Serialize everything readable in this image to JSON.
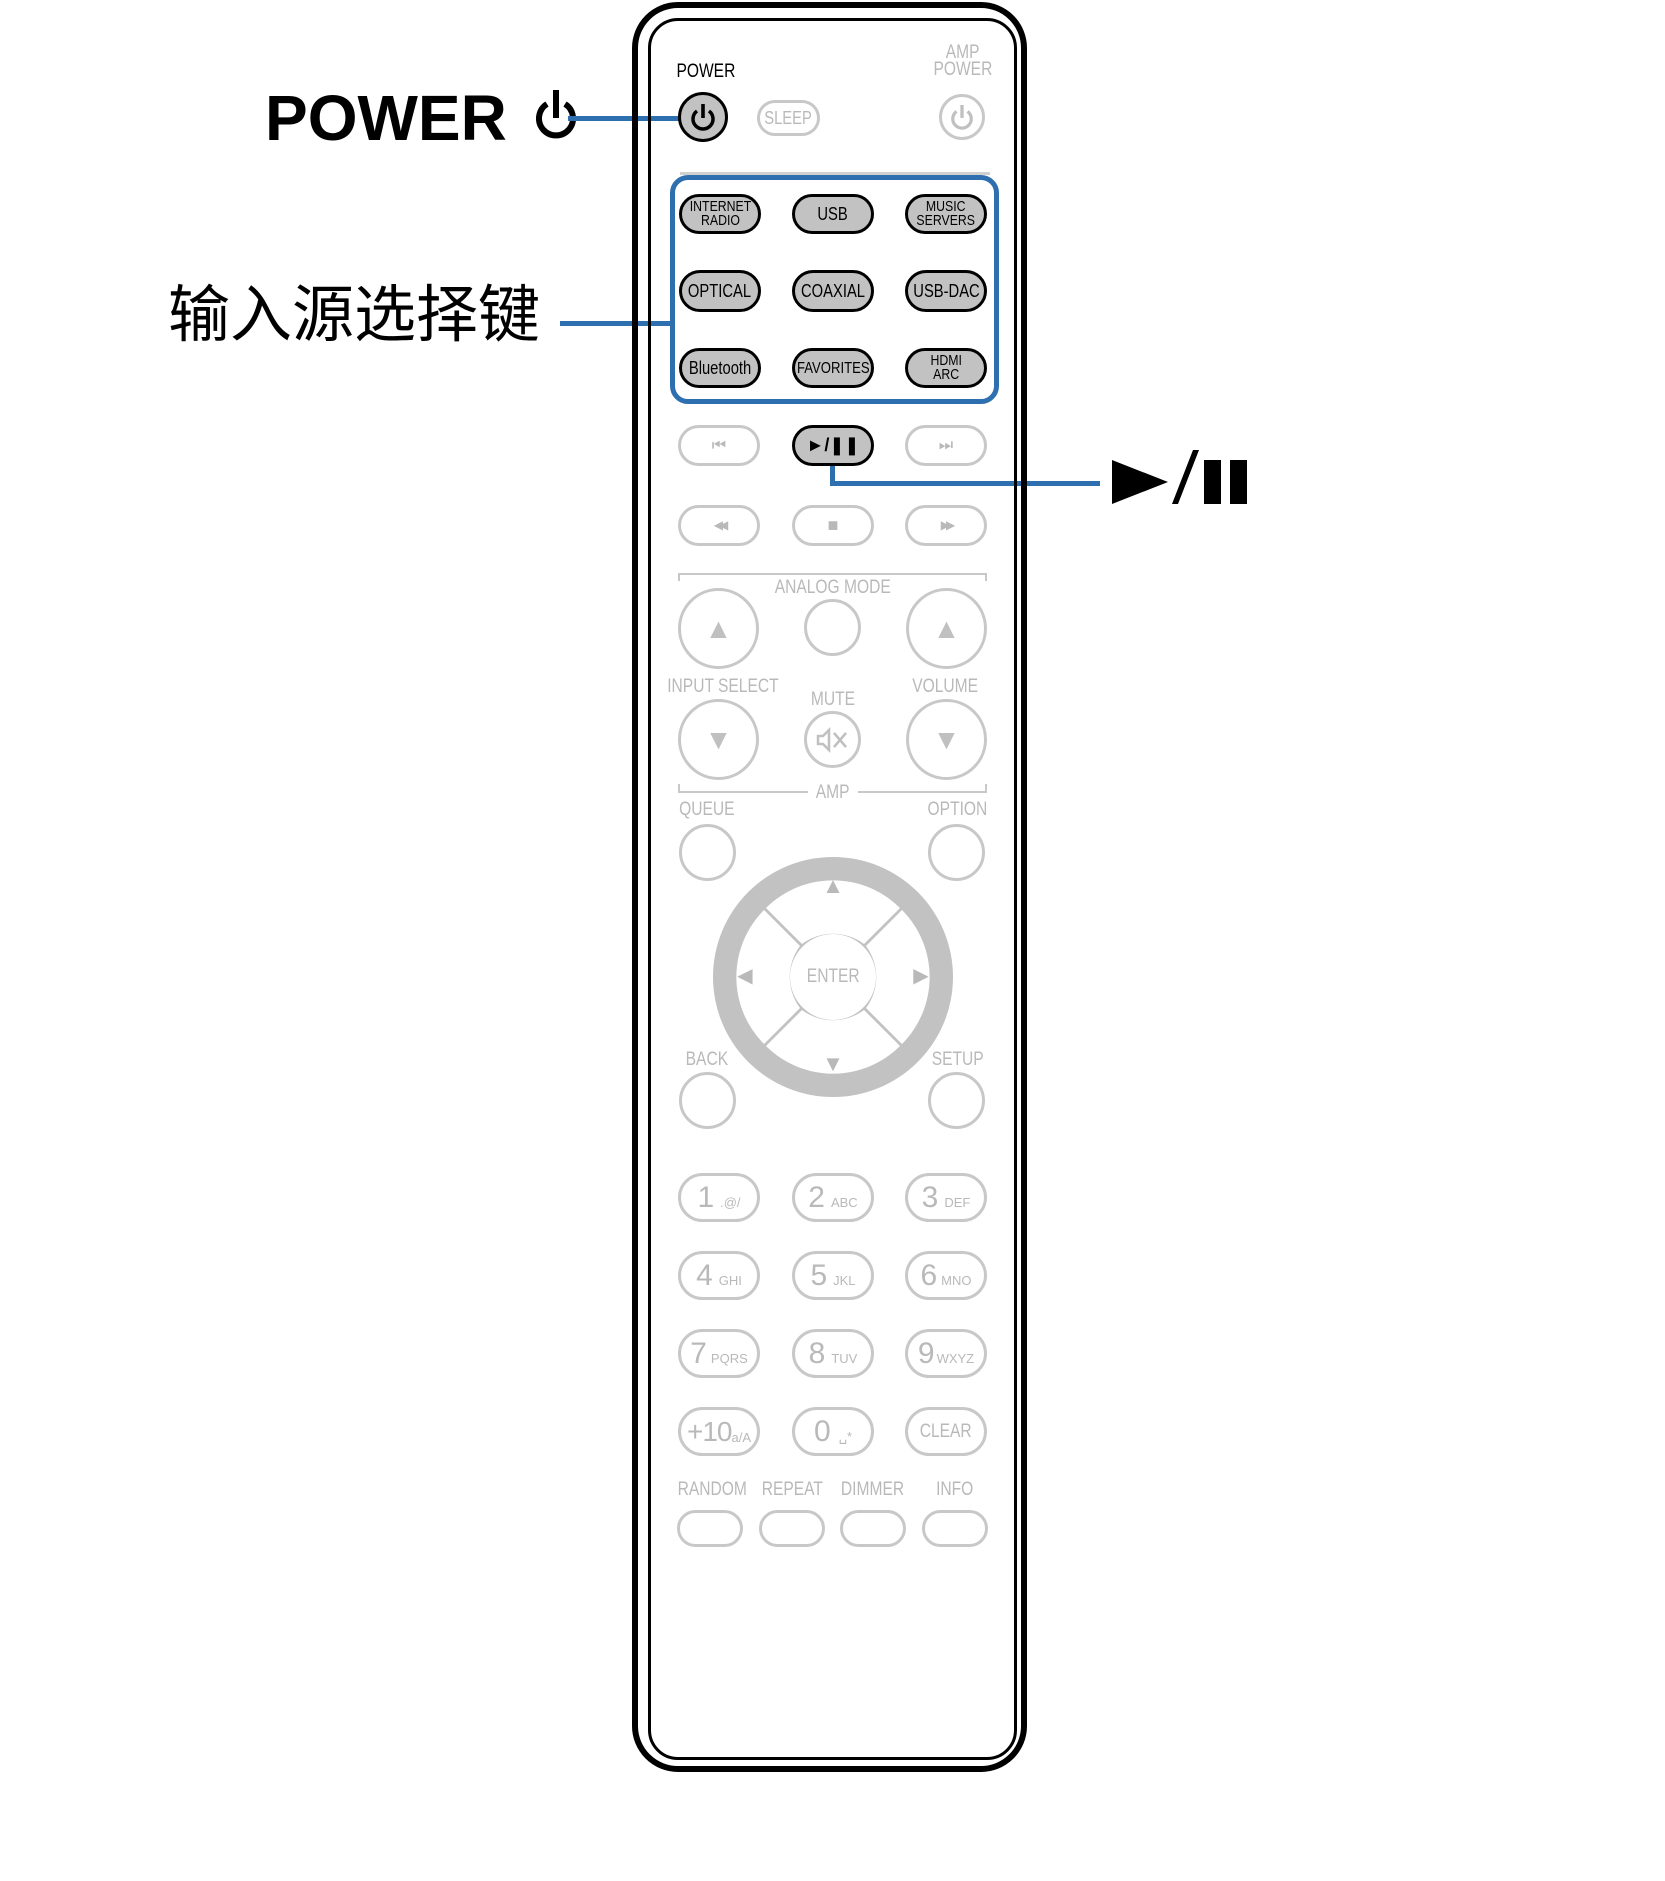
{
  "callouts": {
    "power": "POWER",
    "input_source": "输入源选择键",
    "play_pause": "►/❚❚"
  },
  "colors": {
    "accent_blue": "#2e6fb0",
    "active_button": "#c2c2c2",
    "inactive_outline": "#c8c8c8"
  },
  "remote": {
    "top": {
      "power_label": "POWER",
      "amp_power_label_1": "AMP",
      "amp_power_label_2": "POWER",
      "sleep_label": "SLEEP"
    },
    "sources": [
      {
        "l1": "INTERNET",
        "l2": "RADIO"
      },
      {
        "l1": "USB",
        "l2": ""
      },
      {
        "l1": "MUSIC",
        "l2": "SERVERS"
      },
      {
        "l1": "OPTICAL",
        "l2": ""
      },
      {
        "l1": "COAXIAL",
        "l2": ""
      },
      {
        "l1": "USB-DAC",
        "l2": ""
      },
      {
        "l1": "Bluetooth",
        "l2": ""
      },
      {
        "l1": "FAVORITES",
        "l2": ""
      },
      {
        "l1": "HDMI",
        "l2": "ARC"
      }
    ],
    "transport": {
      "prev": "⏮",
      "play_pause": "►/❚❚",
      "next": "⏭",
      "rewind": "◀◀",
      "stop": "■",
      "fast_forward": "▶▶"
    },
    "mid": {
      "analog_mode": "ANALOG MODE",
      "input_select": "INPUT SELECT",
      "volume": "VOLUME",
      "mute": "MUTE",
      "amp": "AMP",
      "queue": "QUEUE",
      "option": "OPTION",
      "enter": "ENTER",
      "back": "BACK",
      "setup": "SETUP",
      "up_arrow": "▲",
      "down_arrow": "▼",
      "left_arrow": "◀",
      "right_arrow": "▶"
    },
    "numpad": [
      {
        "n": "1",
        "s": ".@/"
      },
      {
        "n": "2",
        "s": "ABC"
      },
      {
        "n": "3",
        "s": "DEF"
      },
      {
        "n": "4",
        "s": "GHI"
      },
      {
        "n": "5",
        "s": "JKL"
      },
      {
        "n": "6",
        "s": "MNO"
      },
      {
        "n": "7",
        "s": "PQRS"
      },
      {
        "n": "8",
        "s": "TUV"
      },
      {
        "n": "9",
        "s": "WXYZ"
      },
      {
        "n": "+10",
        "s": "a/A"
      },
      {
        "n": "0",
        "s": "␣*"
      },
      {
        "n": "CLEAR",
        "s": ""
      }
    ],
    "bottom": [
      "RANDOM",
      "REPEAT",
      "DIMMER",
      "INFO"
    ]
  }
}
